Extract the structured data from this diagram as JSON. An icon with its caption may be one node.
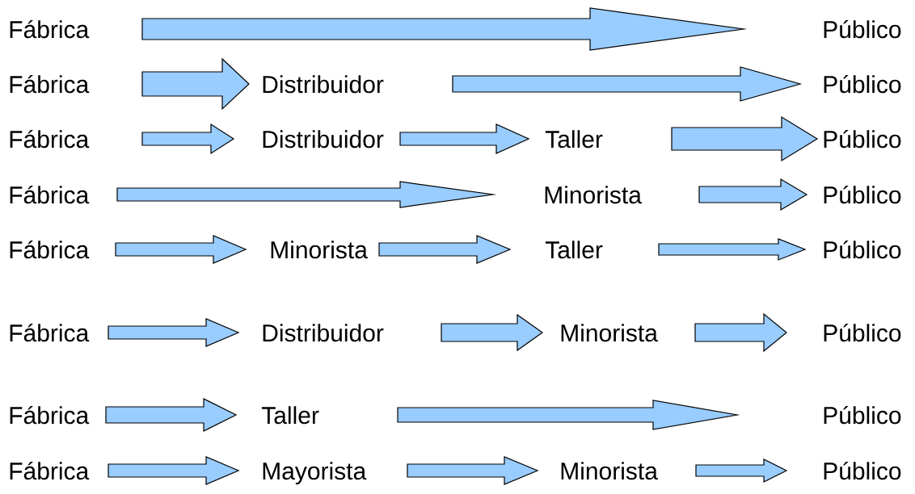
{
  "diagram": {
    "nodes": [
      {
        "text": [
          "Fábrica"
        ]
      },
      {
        "text": [
          "Público"
        ]
      },
      {
        "text": [
          "Fábrica"
        ]
      },
      {
        "text": [
          "Distribuidor"
        ]
      },
      {
        "text": [
          "Público"
        ]
      },
      {
        "text": [
          "Fábrica"
        ]
      },
      {
        "text": [
          "Distribuidor"
        ]
      },
      {
        "text": [
          "Taller"
        ]
      },
      {
        "text": [
          "Público"
        ]
      },
      {
        "text": [
          "Fábrica"
        ]
      },
      {
        "text": [
          "Minorista"
        ]
      },
      {
        "text": [
          "Público"
        ]
      },
      {
        "text": [
          "Fábrica"
        ]
      },
      {
        "text": [
          "Minorista"
        ]
      },
      {
        "text": [
          "Taller"
        ]
      },
      {
        "text": [
          "Público"
        ]
      },
      {
        "text": [
          "Fábrica"
        ]
      },
      {
        "text": [
          "Distribuidor"
        ]
      },
      {
        "text": [
          "Minorista"
        ]
      },
      {
        "text": [
          "Público"
        ]
      },
      {
        "text": [
          "Fábrica"
        ]
      },
      {
        "text": [
          "Taller"
        ]
      },
      {
        "text": [
          "Público"
        ]
      },
      {
        "text": [
          "Fábrica"
        ]
      },
      {
        "text": [
          "Mayorista"
        ]
      },
      {
        "text": [
          "Minorista"
        ]
      },
      {
        "text": [
          "Público"
        ]
      }
    ],
    "edges": [
      {
        "from": 0,
        "to": 1,
        "arrow": "to"
      },
      {
        "from": 2,
        "to": 3,
        "arrow": "to"
      },
      {
        "from": 3,
        "to": 4,
        "arrow": "to"
      },
      {
        "from": 5,
        "to": 6,
        "arrow": "to"
      },
      {
        "from": 6,
        "to": 7,
        "arrow": "to"
      },
      {
        "from": 7,
        "to": 8,
        "arrow": "to"
      },
      {
        "from": 9,
        "to": 10,
        "arrow": "to"
      },
      {
        "from": 10,
        "to": 11,
        "arrow": "to"
      },
      {
        "from": 12,
        "to": 13,
        "arrow": "to"
      },
      {
        "from": 13,
        "to": 14,
        "arrow": "to"
      },
      {
        "from": 14,
        "to": 15,
        "arrow": "to"
      },
      {
        "from": 16,
        "to": 17,
        "arrow": "to"
      },
      {
        "from": 17,
        "to": 18,
        "arrow": "to"
      },
      {
        "from": 18,
        "to": 19,
        "arrow": "to"
      },
      {
        "from": 20,
        "to": 21,
        "arrow": "to"
      },
      {
        "from": 21,
        "to": 22,
        "arrow": "to"
      },
      {
        "from": 23,
        "to": 24,
        "arrow": "to"
      },
      {
        "from": 24,
        "to": 25,
        "arrow": "to"
      },
      {
        "from": 25,
        "to": 26,
        "arrow": "to"
      }
    ]
  }
}
